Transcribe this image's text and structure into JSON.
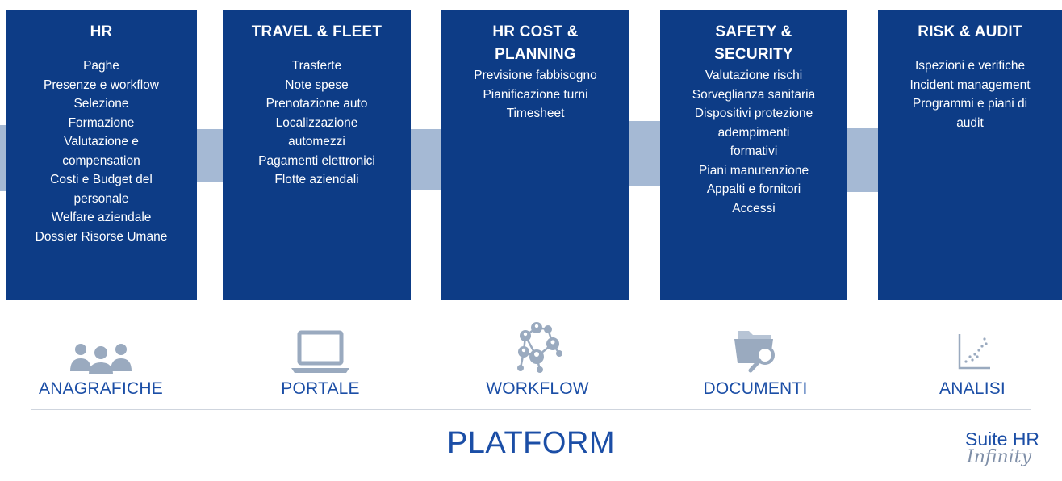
{
  "colors": {
    "card": "#0d3c86",
    "band": "#a5b9d4",
    "icon": "#9aaabf",
    "accent": "#1b4ea6"
  },
  "columns": [
    {
      "title": [
        "HR"
      ],
      "items": [
        "Paghe",
        "Presenze e workflow",
        "Selezione",
        "Formazione",
        "Valutazione e",
        "compensation",
        "Costi e Budget del",
        "personale",
        "Welfare aziendale",
        "Dossier Risorse Umane"
      ]
    },
    {
      "title": [
        "TRAVEL & FLEET"
      ],
      "items": [
        "Trasferte",
        "Note spese",
        "Prenotazione auto",
        "Localizzazione",
        "automezzi",
        "Pagamenti elettronici",
        "Flotte aziendali"
      ]
    },
    {
      "title": [
        "HR COST &",
        "PLANNING"
      ],
      "items": [
        "Previsione fabbisogno",
        "Pianificazione turni",
        "Timesheet"
      ]
    },
    {
      "title": [
        "SAFETY &",
        "SECURITY"
      ],
      "items": [
        "Valutazione rischi",
        "Sorveglianza sanitaria",
        "Dispositivi protezione",
        "adempimenti",
        "formativi",
        "Piani manutenzione",
        "Appalti e fornitori",
        "Accessi"
      ]
    },
    {
      "title": [
        "RISK & AUDIT"
      ],
      "items": [
        "Ispezioni e verifiche",
        "Incident management",
        "Programmi e piani di",
        "audit"
      ]
    }
  ],
  "modules": [
    {
      "label": "ANAGRAFICHE",
      "icon": "people-icon"
    },
    {
      "label": "PORTALE",
      "icon": "laptop-icon"
    },
    {
      "label": "WORKFLOW",
      "icon": "network-icon"
    },
    {
      "label": "DOCUMENTI",
      "icon": "folder-search-icon"
    },
    {
      "label": "ANALISI",
      "icon": "scatter-chart-icon"
    }
  ],
  "platform": {
    "label": "PLATFORM"
  },
  "logo": {
    "line1": "Suite HR",
    "line2": "Infinity"
  }
}
